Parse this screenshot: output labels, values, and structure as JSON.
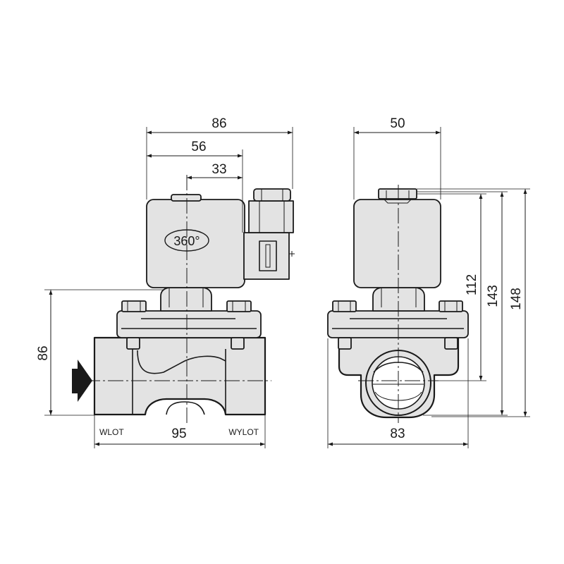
{
  "dimensions": {
    "side_width_total": "86",
    "side_coil_plus_connector": "56",
    "side_coil_half": "33",
    "side_height": "86",
    "side_port_length": "95",
    "front_coil_width": "50",
    "front_body_width": "83",
    "front_height_112": "112",
    "front_height_143": "143",
    "front_height_148": "148"
  },
  "labels": {
    "inlet": "WLOT",
    "outlet": "WYLOT",
    "rotation": "360°"
  },
  "icons": {
    "flow_direction": "flow-arrow-icon"
  }
}
